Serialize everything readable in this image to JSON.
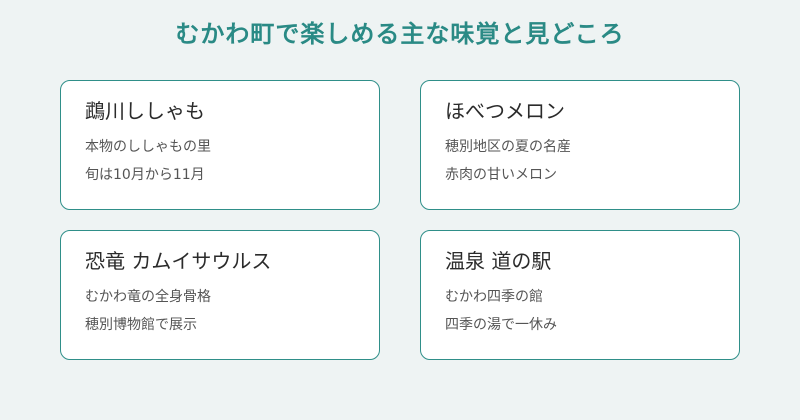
{
  "title": "むかわ町で楽しめる主な味覚と見どころ",
  "cards": [
    {
      "title": "鵡川ししゃも",
      "lines": [
        "本物のししゃもの里",
        "旬は10月から11月"
      ]
    },
    {
      "title": "ほべつメロン",
      "lines": [
        "穂別地区の夏の名産",
        "赤肉の甘いメロン"
      ]
    },
    {
      "title": "恐竜 カムイサウルス",
      "lines": [
        "むかわ竜の全身骨格",
        "穂別博物館で展示"
      ]
    },
    {
      "title": "温泉 道の駅",
      "lines": [
        "むかわ四季の館",
        "四季の湯で一休み"
      ]
    }
  ]
}
